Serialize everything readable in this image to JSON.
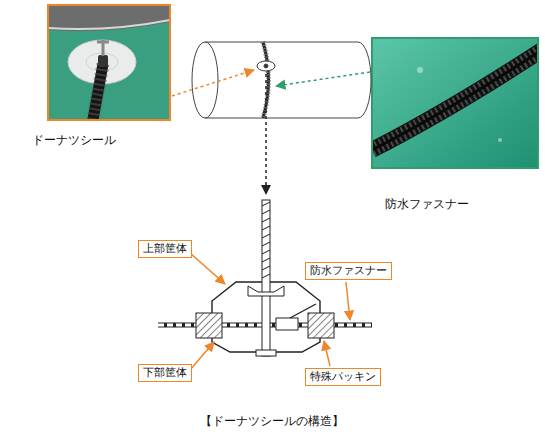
{
  "diagram": {
    "caption": "【ドーナツシールの構造】",
    "nodes": [
      {
        "text": [
          "上部筐体"
        ]
      },
      {
        "text": [
          "防水ファスナー"
        ]
      },
      {
        "text": [
          "下部筐体"
        ]
      },
      {
        "text": [
          "特殊パッキン"
        ]
      }
    ],
    "labels": [
      "ドーナツシール",
      "防水ファスナー"
    ]
  }
}
